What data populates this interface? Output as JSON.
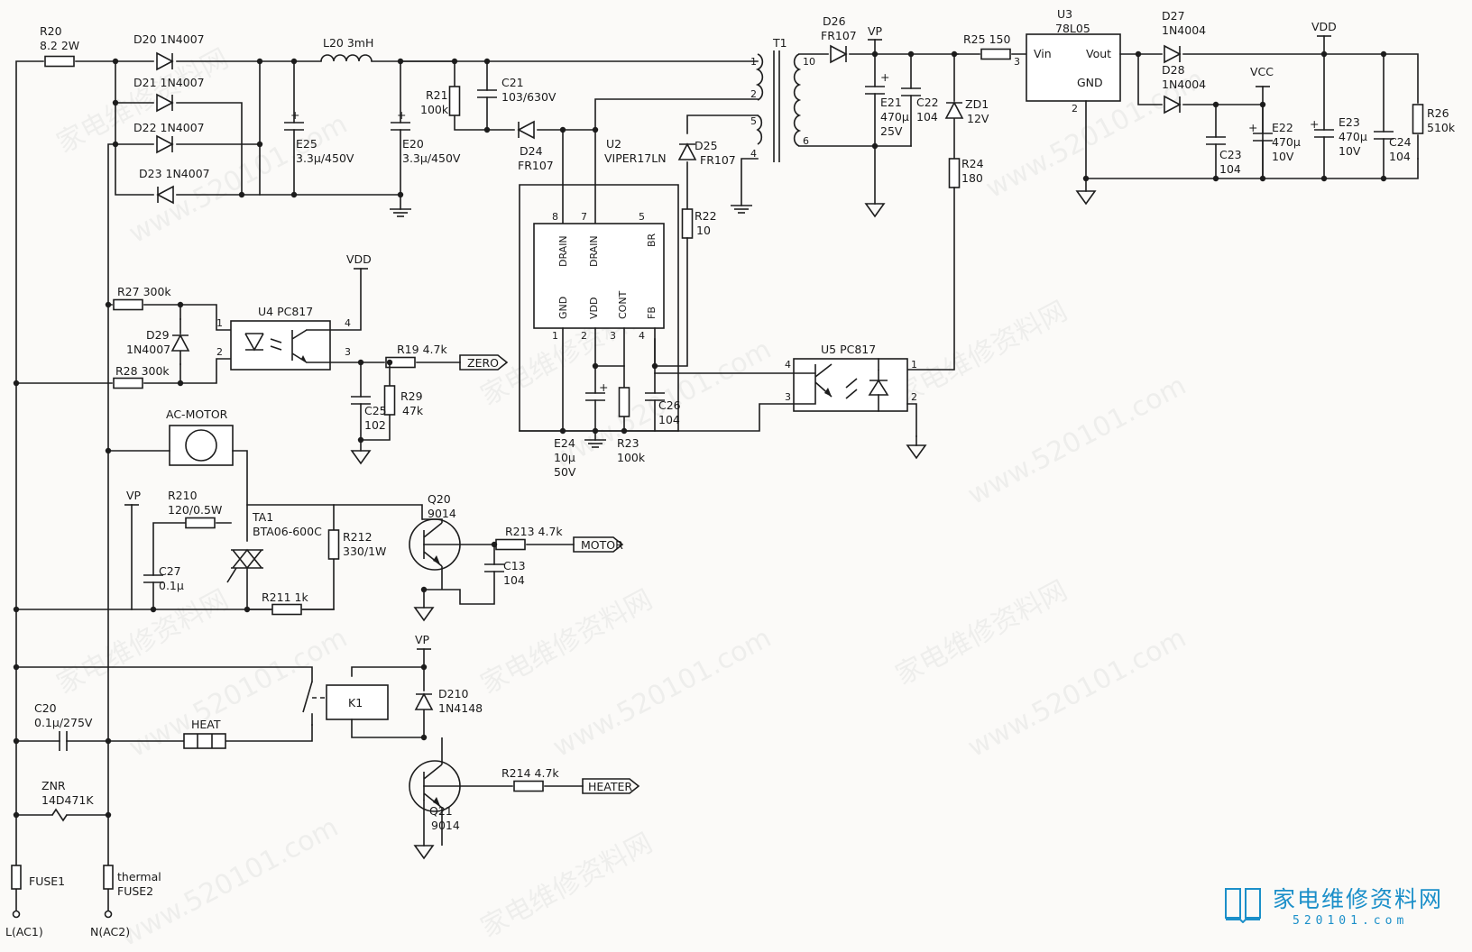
{
  "watermark": {
    "site_cn": "家电维修资料网",
    "site_url": "www.520101.com"
  },
  "brand": {
    "title": "家电维修资料网",
    "url": "520101.com",
    "accent_color": "#1b8fc9"
  },
  "input": {
    "fuse1": "FUSE1",
    "fuse2_a": "thermal",
    "fuse2_b": "FUSE2",
    "l_terminal": "L(AC1)",
    "n_terminal": "N(AC2)",
    "znr_ref": "ZNR",
    "znr_val": "14D471K",
    "c20_ref": "C20",
    "c20_val": "0.1μ/275V",
    "heat": "HEAT",
    "r20_ref": "R20",
    "r20_val": "8.2 2W"
  },
  "rectifier": {
    "d20": "D20 1N4007",
    "d21": "D21 1N4007",
    "d22": "D22 1N4007",
    "d23": "D23 1N4007",
    "l20": "L20 3mH",
    "e25_ref": "E25",
    "e25_val": "3.3μ/450V",
    "e20_ref": "E20",
    "e20_val": "3.3μ/450V"
  },
  "flyback": {
    "r21_ref": "R21",
    "r21_val": "100k",
    "c21_ref": "C21",
    "c21_val": "103/630V",
    "d24_ref": "D24",
    "d24_val": "FR107",
    "u2_ref": "U2",
    "u2_val": "VIPER17LN",
    "pins": {
      "p8": "8",
      "p7": "7",
      "p5": "5",
      "p1": "1",
      "p2": "2",
      "p3": "3",
      "p4": "4"
    },
    "pin_names": {
      "drain1": "DRAIN",
      "drain2": "DRAIN",
      "br": "BR",
      "gnd": "GND",
      "vdd": "VDD",
      "cont": "CONT",
      "fb": "FB"
    },
    "t1": "T1",
    "t1_pins": {
      "p1": "1",
      "p2": "2",
      "p5": "5",
      "p4": "4",
      "p10": "10",
      "p6": "6"
    },
    "d25_ref": "D25",
    "d25_val": "FR107",
    "r22_ref": "R22",
    "r22_val": "10",
    "e24_ref": "E24",
    "e24_val1": "10μ",
    "e24_val2": "50V",
    "r23_ref": "R23",
    "r23_val": "100k",
    "c26_ref": "C26",
    "c26_val": "104"
  },
  "secondary": {
    "d26_ref": "D26",
    "d26_val": "FR107",
    "vp": "VP",
    "e21_ref": "E21",
    "e21_val1": "470μ",
    "e21_val2": "25V",
    "c22_ref": "C22",
    "c22_val": "104",
    "zd1_ref": "ZD1",
    "zd1_val": "12V",
    "r24_ref": "R24",
    "r24_val": "180",
    "r25": "R25 150",
    "u3_ref": "U3",
    "u3_val": "78L05",
    "u3_vin": "Vin",
    "u3_vout": "Vout",
    "u3_gnd": "GND",
    "u3_pin3": "3",
    "u3_pin2": "2",
    "d27_ref": "D27",
    "d27_val": "1N4004",
    "d28_ref": "D28",
    "d28_val": "1N4004",
    "vdd": "VDD",
    "vcc": "VCC",
    "c23_ref": "C23",
    "c23_val": "104",
    "e22_ref": "E22",
    "e22_val1": "470μ",
    "e22_val2": "10V",
    "e23_ref": "E23",
    "e23_val1": "470μ",
    "e23_val2": "10V",
    "c24_ref": "C24",
    "c24_val": "104",
    "r26_ref": "R26",
    "r26_val": "510k",
    "u5": "U5 PC817",
    "u5_pins": {
      "p4": "4",
      "p3": "3",
      "p1": "1",
      "p2": "2"
    }
  },
  "zero": {
    "vdd": "VDD",
    "r27": "R27 300k",
    "r28": "R28 300k",
    "d29_ref": "D29",
    "d29_val": "1N4007",
    "u4": "U4 PC817",
    "u4_pins": {
      "p1": "1",
      "p2": "2",
      "p3": "3",
      "p4": "4"
    },
    "r19": "R19 4.7k",
    "zero": "ZERO",
    "c25_ref": "C25",
    "c25_val": "102",
    "r29_ref": "R29",
    "r29_val": "47k"
  },
  "motor": {
    "ac_motor": "AC-MOTOR",
    "vp": "VP",
    "r210_ref": "R210",
    "r210_val": "120/0.5W",
    "ta1_ref": "TA1",
    "ta1_val": "BTA06-600C",
    "c27_ref": "C27",
    "c27_val": "0.1μ",
    "r212_ref": "R212",
    "r212_val": "330/1W",
    "r211": "R211 1k",
    "q20_ref": "Q20",
    "q20_val": "9014",
    "r213": "R213 4.7k",
    "motor": "MOTOR",
    "c13_ref": "C13",
    "c13_val": "104"
  },
  "heater": {
    "vp": "VP",
    "k1": "K1",
    "d210_ref": "D210",
    "d210_val": "1N4148",
    "r214": "R214 4.7k",
    "heater": "HEATER",
    "q21_ref": "Q21",
    "q21_val": "9014"
  }
}
